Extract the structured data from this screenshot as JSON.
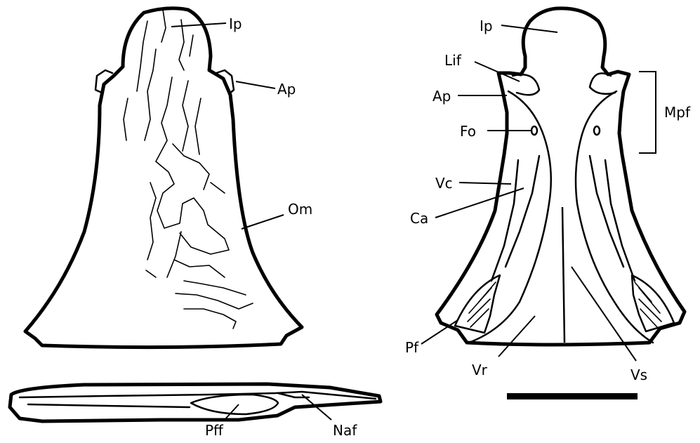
{
  "labels": {
    "ip_dorsal": "Ip",
    "ap_dorsal": "Ap",
    "om": "Om",
    "ip_ventral": "Ip",
    "lif": "Lif",
    "ap_ventral": "Ap",
    "fo": "Fo",
    "mpf": "Mpf",
    "vc": "Vc",
    "ca": "Ca",
    "pf": "Pf",
    "vr": "Vr",
    "vs": "Vs",
    "pff": "Pff",
    "naf": "Naf"
  }
}
